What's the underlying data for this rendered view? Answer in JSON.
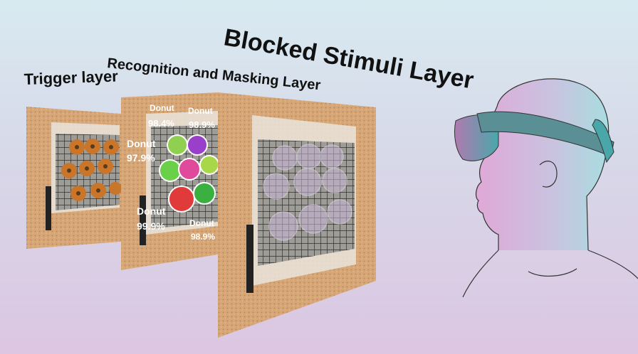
{
  "layers": {
    "trigger": "Trigger layer",
    "recognition": "Recognition and Masking Layer",
    "blocked": "Blocked Stimuli Layer"
  },
  "detections": [
    {
      "label": "Donut",
      "confidence": "98.4%"
    },
    {
      "label": "Donut",
      "confidence": "98.9%"
    },
    {
      "label": "Donut",
      "confidence": "97.9%"
    },
    {
      "label": "Donut",
      "confidence": "99.9%"
    },
    {
      "label": "Donut",
      "confidence": "98.9%"
    }
  ],
  "colors": {
    "background_top": "#d8eaf1",
    "background_bottom": "#dcc6e2",
    "countertop": "#d7a676",
    "donut": "#c9762a",
    "masks": [
      "#8fd050",
      "#9a3fc9",
      "#6ad04a",
      "#e04a9a",
      "#a8d84a",
      "#e03a3a",
      "#3ab040"
    ]
  },
  "icons": {
    "person": "person-with-ar-headset-icon"
  }
}
